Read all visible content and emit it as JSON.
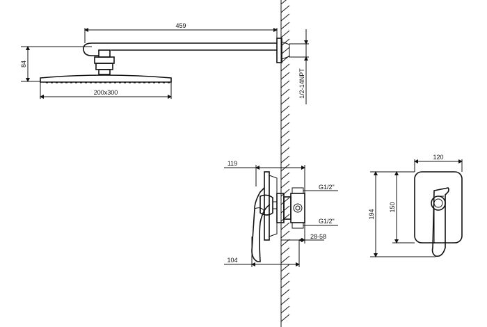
{
  "dimensions": {
    "arm_length": "459",
    "head_height": "84",
    "thread": "1/2-14NPT",
    "head_size": "200x300",
    "valve_depth": "119",
    "inlet_top": "G1/2\"",
    "inlet_bottom": "G1/2\"",
    "wall_range": "28-58",
    "valve_front": "104",
    "plate_width": "120",
    "plate_height": "150",
    "total_height": "194"
  },
  "colors": {
    "line": "#111111",
    "background": "#ffffff"
  }
}
